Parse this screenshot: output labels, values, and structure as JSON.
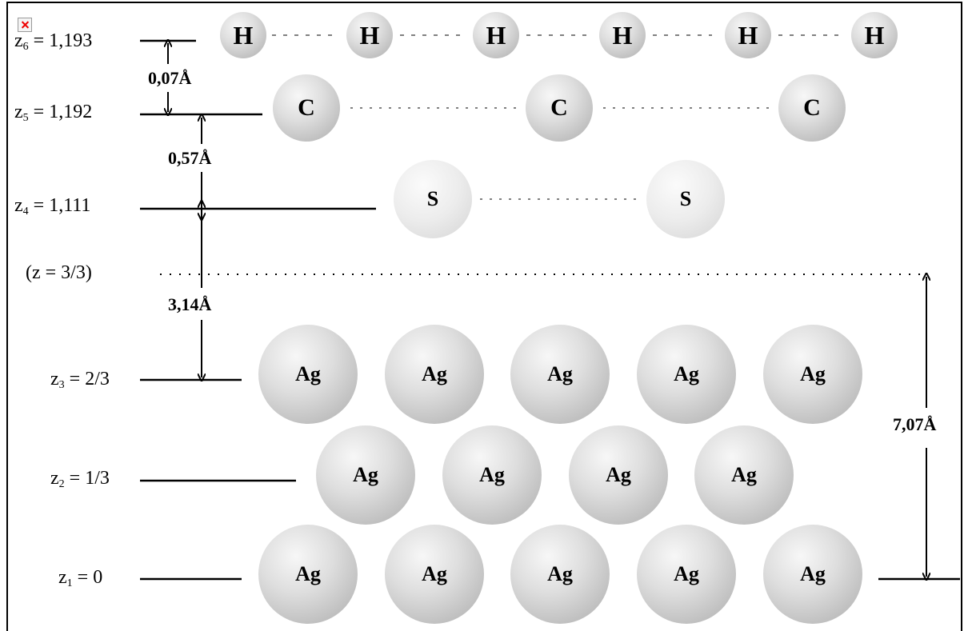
{
  "levels": {
    "z6": {
      "pre": "z",
      "sub": "6",
      "post": " = 1,193"
    },
    "z5": {
      "pre": "z",
      "sub": "5",
      "post": " = 1,192"
    },
    "z4": {
      "pre": "z",
      "sub": "4",
      "post": " = 1,111"
    },
    "zref": "(z = 3/3)",
    "z3": {
      "pre": "z",
      "sub": "3",
      "post": " = 2/3"
    },
    "z2": {
      "pre": "z",
      "sub": "2",
      "post": " = 1/3"
    },
    "z1": {
      "pre": "z",
      "sub": "1",
      "post": " = 0"
    }
  },
  "distances": {
    "h_c": "0,07Å",
    "c_s": "0,57Å",
    "s_ag": "3,14Å",
    "total": "7,07Å"
  },
  "atoms": {
    "H": "H",
    "C": "C",
    "S": "S",
    "Ag": "Ag"
  },
  "counts": {
    "H": 6,
    "C": 3,
    "S": 2,
    "Ag_z3": 5,
    "Ag_z2": 4,
    "Ag_z1": 5
  },
  "icons": {
    "broken_image": "broken-image-icon"
  },
  "colors": {
    "atom_light": "#f7f7f7",
    "atom_dark": "#a8a8a8",
    "line": "#000000"
  }
}
